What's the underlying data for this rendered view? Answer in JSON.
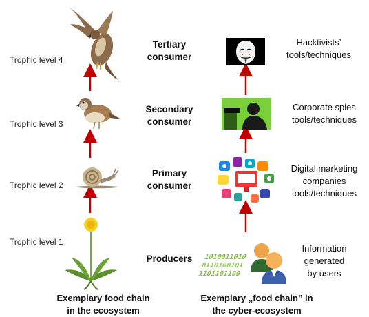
{
  "trophic_levels": [
    {
      "label": "Trophic level 4"
    },
    {
      "label": "Trophic level 3"
    },
    {
      "label": "Trophic level 2"
    },
    {
      "label": "Trophic level 1"
    }
  ],
  "roles": [
    {
      "line1": "Tertiary",
      "line2": "consumer"
    },
    {
      "line1": "Secondary",
      "line2": "consumer"
    },
    {
      "line1": "Primary",
      "line2": "consumer"
    },
    {
      "line1": "Producers",
      "line2": ""
    }
  ],
  "cyber": [
    {
      "lines": [
        "Hacktivists’",
        "tools/techniques"
      ]
    },
    {
      "lines": [
        "Corporate spies",
        "tools/techniques"
      ]
    },
    {
      "lines": [
        "Digital marketing",
        "companies",
        "tools/techniques"
      ]
    },
    {
      "lines": [
        "Information",
        "generated",
        "by users"
      ]
    }
  ],
  "captions": {
    "left": {
      "line1": "Exemplary food chain",
      "line2": "in the ecosystem"
    },
    "right": {
      "line1": "Exemplary „food chain” in",
      "line2": "the cyber-ecosystem"
    }
  },
  "binary_text": {
    "line1": "1010011010",
    "line2": "0110100101",
    "line3": "1101101100"
  },
  "colors": {
    "arrow": "#c00000",
    "green_binary": "#8bc34a",
    "mask_bg": "#000000",
    "spy_bg": "#6fcf2f"
  }
}
